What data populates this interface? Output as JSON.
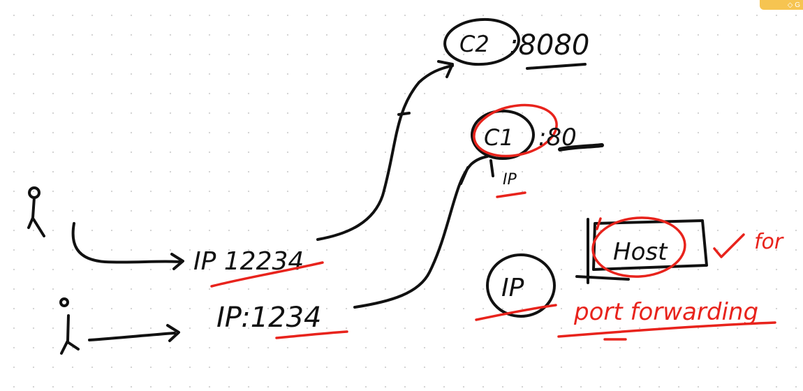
{
  "diagram": {
    "labels": {
      "c2_node": "C2",
      "c2_port": ":8080",
      "c1_node": "C1",
      "c1_port": ":80",
      "c1_ip_note": "IP",
      "ip_top": "IP 12234",
      "ip_bottom": "IP:1234",
      "host_box": "Host",
      "ip_node": "IP",
      "for_note": "for",
      "port_forwarding_note": "port forwarding"
    },
    "colors": {
      "ink": "#111111",
      "highlight": "#e8231c",
      "canvas_bg": "#ffffff",
      "grid_dot": "#d4d4d4"
    }
  },
  "corner_chip": {
    "icon": "diamond-icon",
    "text": "G"
  }
}
